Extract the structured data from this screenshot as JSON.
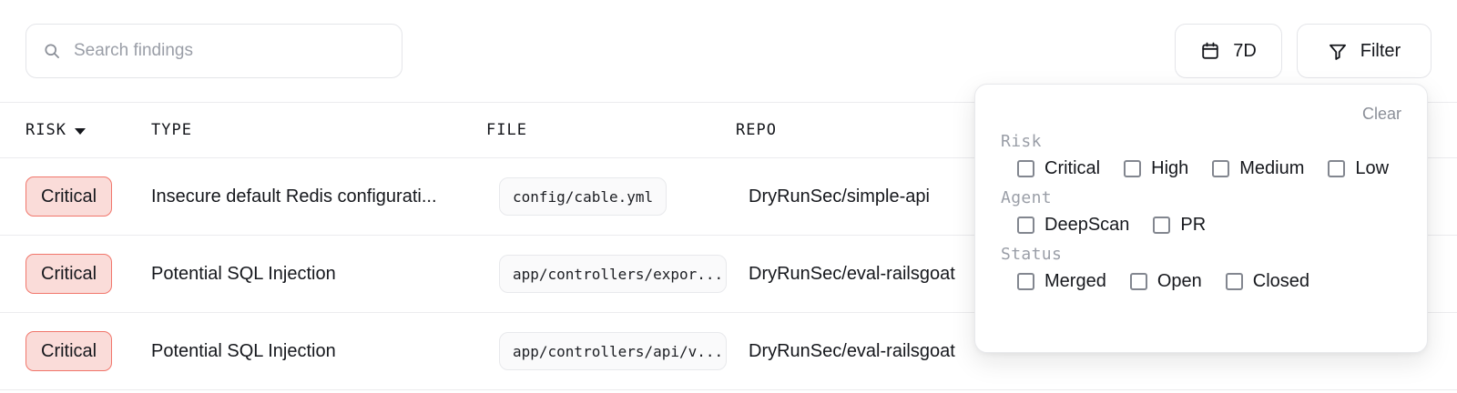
{
  "toolbar": {
    "search": {
      "icon": "search-icon",
      "placeholder": "Search findings",
      "value": ""
    },
    "date_range_button": {
      "icon": "calendar-icon",
      "label": "7D"
    },
    "filter_button": {
      "icon": "funnel-icon",
      "label": "Filter"
    }
  },
  "table": {
    "columns": [
      {
        "key": "risk",
        "label": "RISK",
        "sorted": true,
        "sort_icon": "caret-down-icon"
      },
      {
        "key": "type",
        "label": "TYPE",
        "sorted": false
      },
      {
        "key": "file",
        "label": "FILE",
        "sorted": false
      },
      {
        "key": "repo",
        "label": "REPO",
        "sorted": false
      }
    ],
    "rows": [
      {
        "risk": "Critical",
        "type": "Insecure default Redis configurati...",
        "file": "config/cable.yml",
        "repo": "DryRunSec/simple-api"
      },
      {
        "risk": "Critical",
        "type": "Potential SQL Injection",
        "file": "app/controllers/expor...",
        "repo": "DryRunSec/eval-railsgoat"
      },
      {
        "risk": "Critical",
        "type": "Potential SQL Injection",
        "file": "app/controllers/api/v...",
        "repo": "DryRunSec/eval-railsgoat"
      }
    ]
  },
  "filter_panel": {
    "clear_label": "Clear",
    "groups": [
      {
        "label": "Risk",
        "options": [
          {
            "label": "Critical",
            "checked": false
          },
          {
            "label": "High",
            "checked": false
          },
          {
            "label": "Medium",
            "checked": false
          },
          {
            "label": "Low",
            "checked": false
          }
        ]
      },
      {
        "label": "Agent",
        "options": [
          {
            "label": "DeepScan",
            "checked": false
          },
          {
            "label": "PR",
            "checked": false
          }
        ]
      },
      {
        "label": "Status",
        "options": [
          {
            "label": "Merged",
            "checked": false
          },
          {
            "label": "Open",
            "checked": false
          },
          {
            "label": "Closed",
            "checked": false
          }
        ]
      }
    ]
  },
  "colors": {
    "critical_badge_bg": "#fadcd9",
    "critical_badge_border": "#f1766b",
    "panel_border": "#e8e9ec",
    "muted_text": "#9a9ea7",
    "row_divider": "#ececee"
  }
}
